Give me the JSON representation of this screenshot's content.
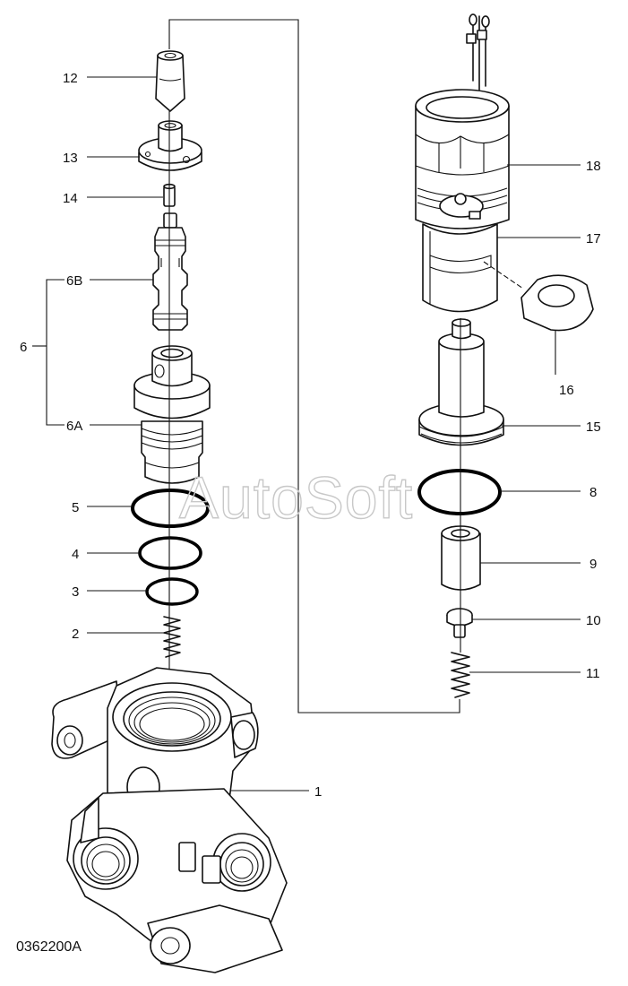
{
  "callouts": {
    "c1": "1",
    "c2": "2",
    "c3": "3",
    "c4": "4",
    "c5": "5",
    "c6": "6",
    "c6a": "6A",
    "c6b": "6B",
    "c8": "8",
    "c9": "9",
    "c10": "10",
    "c11": "11",
    "c12": "12",
    "c13": "13",
    "c14": "14",
    "c15": "15",
    "c16": "16",
    "c17": "17",
    "c18": "18"
  },
  "drawing_code": "0362200A",
  "watermark": "AutoSoft"
}
